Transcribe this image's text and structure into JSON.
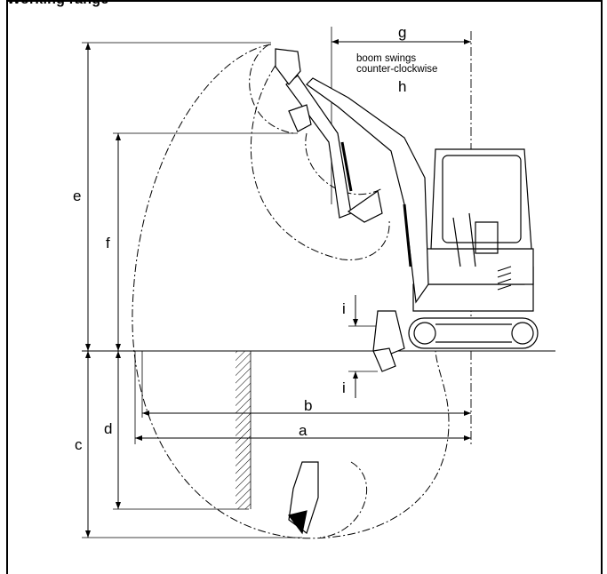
{
  "heading": "Working range",
  "labels": {
    "a": "a",
    "b": "b",
    "c": "c",
    "d": "d",
    "e": "e",
    "f": "f",
    "g": "g",
    "h": "h",
    "i_upper": "i",
    "i_lower": "i"
  },
  "notes": {
    "swing_line1": "boom swings",
    "swing_line2": "counter-clockwise"
  }
}
